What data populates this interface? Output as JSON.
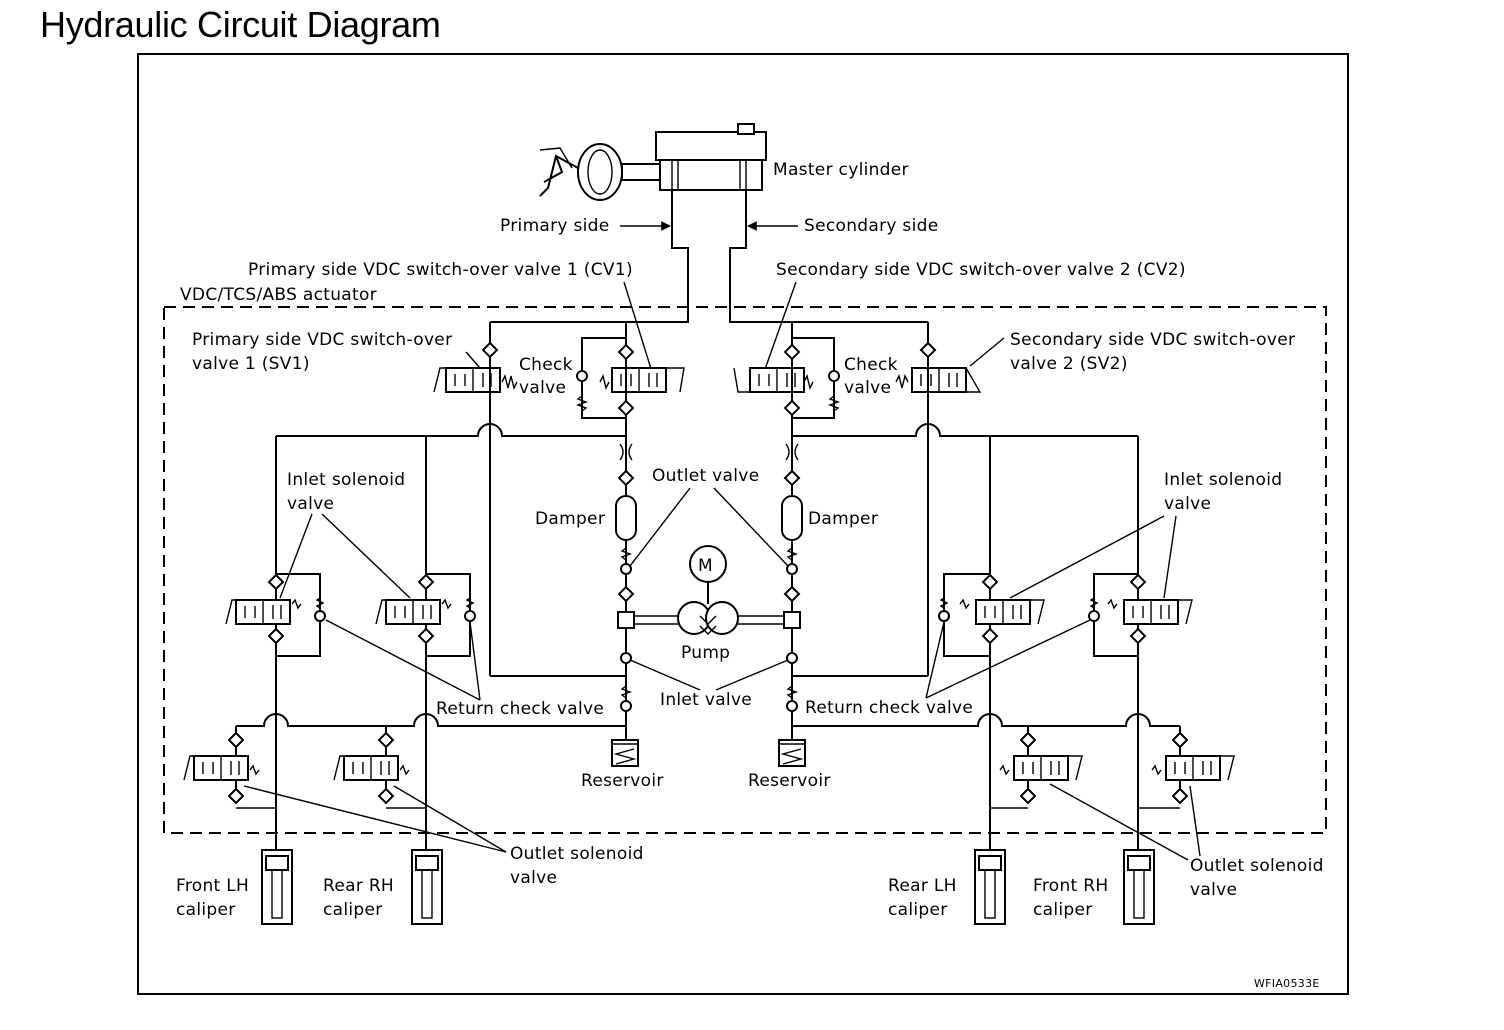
{
  "title": "Hydraulic Circuit Diagram",
  "labels": {
    "master_cylinder": "Master cylinder",
    "primary_side": "Primary side",
    "secondary_side": "Secondary side",
    "cv1": "Primary side VDC switch-over valve 1 (CV1)",
    "cv2": "Secondary side VDC switch-over valve 2 (CV2)",
    "actuator": "VDC/TCS/ABS actuator",
    "sv1_line1": "Primary side VDC switch-over",
    "sv1_line2": "valve 1 (SV1)",
    "sv2_line1": "Secondary side VDC switch-over",
    "sv2_line2": "valve 2 (SV2)",
    "check": "Check",
    "valve": "valve",
    "inlet_solenoid": "Inlet solenoid",
    "outlet_valve": "Outlet valve",
    "damper": "Damper",
    "pump": "Pump",
    "inlet_valve": "Inlet valve",
    "return_check_valve": "Return check valve",
    "reservoir": "Reservoir",
    "outlet_solenoid": "Outlet solenoid",
    "front_lh": "Front LH",
    "rear_rh": "Rear RH",
    "rear_lh": "Rear LH",
    "front_rh": "Front RH",
    "caliper": "caliper",
    "motor": "M",
    "code": "WFIA0533E"
  }
}
